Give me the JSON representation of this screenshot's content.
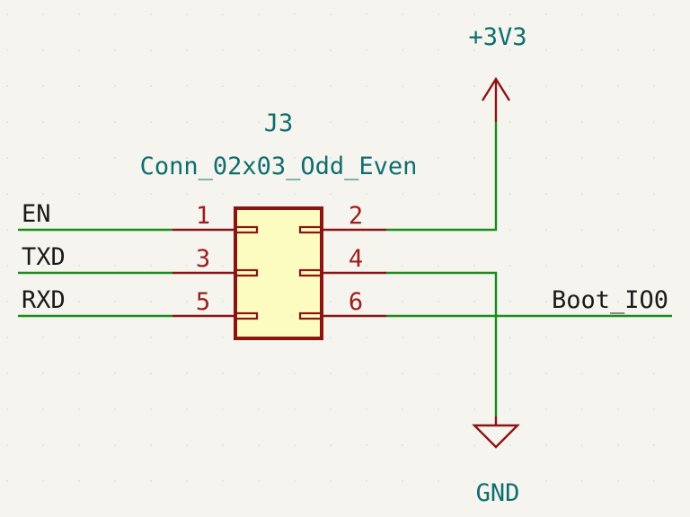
{
  "component": {
    "reference": "J3",
    "value": "Conn_02x03_Odd_Even",
    "pins": [
      "1",
      "2",
      "3",
      "4",
      "5",
      "6"
    ]
  },
  "net_labels": {
    "en": "EN",
    "txd": "TXD",
    "rxd": "RXD",
    "boot": "Boot_IO0"
  },
  "power": {
    "vcc": "+3V3",
    "gnd": "GND"
  },
  "colors": {
    "wire": "#1a8c1a",
    "symbol_outline": "#8a1414",
    "symbol_fill": "#fdfcc0",
    "field_text": "#0f6e6e",
    "background": "#f5f4ef"
  }
}
